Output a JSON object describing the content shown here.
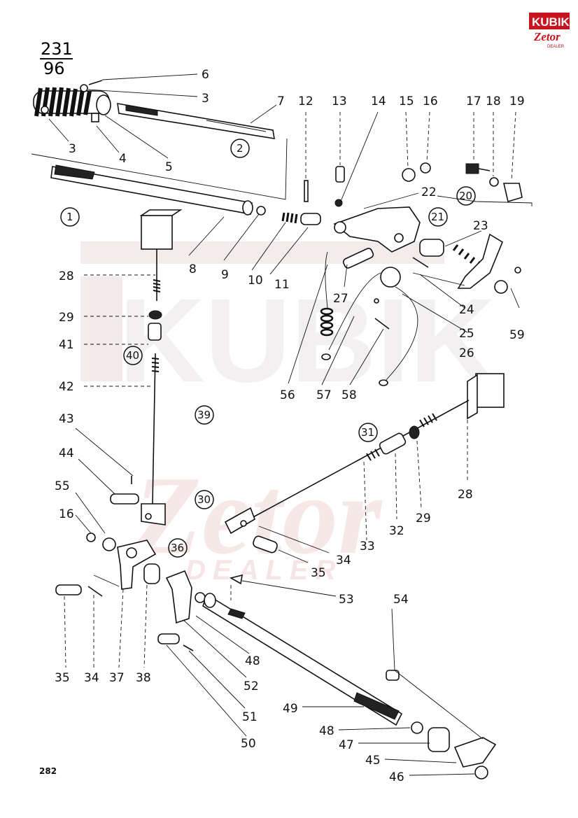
{
  "header": {
    "fraction_top": "231",
    "fraction_bottom": "96",
    "logo_brand": "KUBIK",
    "logo_sub": "Zetor",
    "logo_tag": "DEALER"
  },
  "watermark": {
    "word1": "KUBIK",
    "word2": "Zetor",
    "word3": "DEALER"
  },
  "page_number": "282",
  "callouts": [
    {
      "id": "c6",
      "text": "6"
    },
    {
      "id": "c3a",
      "text": "3"
    },
    {
      "id": "c7",
      "text": "7"
    },
    {
      "id": "c12",
      "text": "12"
    },
    {
      "id": "c13",
      "text": "13"
    },
    {
      "id": "c14",
      "text": "14"
    },
    {
      "id": "c15",
      "text": "15"
    },
    {
      "id": "c16a",
      "text": "16"
    },
    {
      "id": "c17",
      "text": "17"
    },
    {
      "id": "c18",
      "text": "18"
    },
    {
      "id": "c19",
      "text": "19"
    },
    {
      "id": "c3b",
      "text": "3"
    },
    {
      "id": "c4",
      "text": "4"
    },
    {
      "id": "c5",
      "text": "5"
    },
    {
      "id": "c22",
      "text": "22"
    },
    {
      "id": "c23",
      "text": "23"
    },
    {
      "id": "c8",
      "text": "8"
    },
    {
      "id": "c9",
      "text": "9"
    },
    {
      "id": "c10",
      "text": "10"
    },
    {
      "id": "c11",
      "text": "11"
    },
    {
      "id": "c28a",
      "text": "28"
    },
    {
      "id": "c27",
      "text": "27"
    },
    {
      "id": "c24",
      "text": "24"
    },
    {
      "id": "c59",
      "text": "59"
    },
    {
      "id": "c25",
      "text": "25"
    },
    {
      "id": "c26",
      "text": "26"
    },
    {
      "id": "c29a",
      "text": "29"
    },
    {
      "id": "c41",
      "text": "41"
    },
    {
      "id": "c42",
      "text": "42"
    },
    {
      "id": "c56",
      "text": "56"
    },
    {
      "id": "c57",
      "text": "57"
    },
    {
      "id": "c58",
      "text": "58"
    },
    {
      "id": "c43",
      "text": "43"
    },
    {
      "id": "c44",
      "text": "44"
    },
    {
      "id": "c55",
      "text": "55"
    },
    {
      "id": "c16b",
      "text": "16"
    },
    {
      "id": "c28b",
      "text": "28"
    },
    {
      "id": "c33",
      "text": "33"
    },
    {
      "id": "c32",
      "text": "32"
    },
    {
      "id": "c29b",
      "text": "29"
    },
    {
      "id": "c34a",
      "text": "34"
    },
    {
      "id": "c35a",
      "text": "35"
    },
    {
      "id": "c53",
      "text": "53"
    },
    {
      "id": "c54",
      "text": "54"
    },
    {
      "id": "c35b",
      "text": "35"
    },
    {
      "id": "c34b",
      "text": "34"
    },
    {
      "id": "c37",
      "text": "37"
    },
    {
      "id": "c38",
      "text": "38"
    },
    {
      "id": "c48a",
      "text": "48"
    },
    {
      "id": "c52",
      "text": "52"
    },
    {
      "id": "c51",
      "text": "51"
    },
    {
      "id": "c50",
      "text": "50"
    },
    {
      "id": "c49",
      "text": "49"
    },
    {
      "id": "c48b",
      "text": "48"
    },
    {
      "id": "c47",
      "text": "47"
    },
    {
      "id": "c45",
      "text": "45"
    },
    {
      "id": "c46",
      "text": "46"
    }
  ],
  "groups": [
    {
      "id": "g1",
      "text": "1"
    },
    {
      "id": "g2",
      "text": "2"
    },
    {
      "id": "g20",
      "text": "20"
    },
    {
      "id": "g21",
      "text": "21"
    },
    {
      "id": "g40",
      "text": "40"
    },
    {
      "id": "g39",
      "text": "39"
    },
    {
      "id": "g31",
      "text": "31"
    },
    {
      "id": "g30",
      "text": "30"
    },
    {
      "id": "g36",
      "text": "36"
    }
  ],
  "colors": {
    "brand_red": "#c8141e",
    "ink": "#111111",
    "watermark": "#e8dcdc"
  }
}
